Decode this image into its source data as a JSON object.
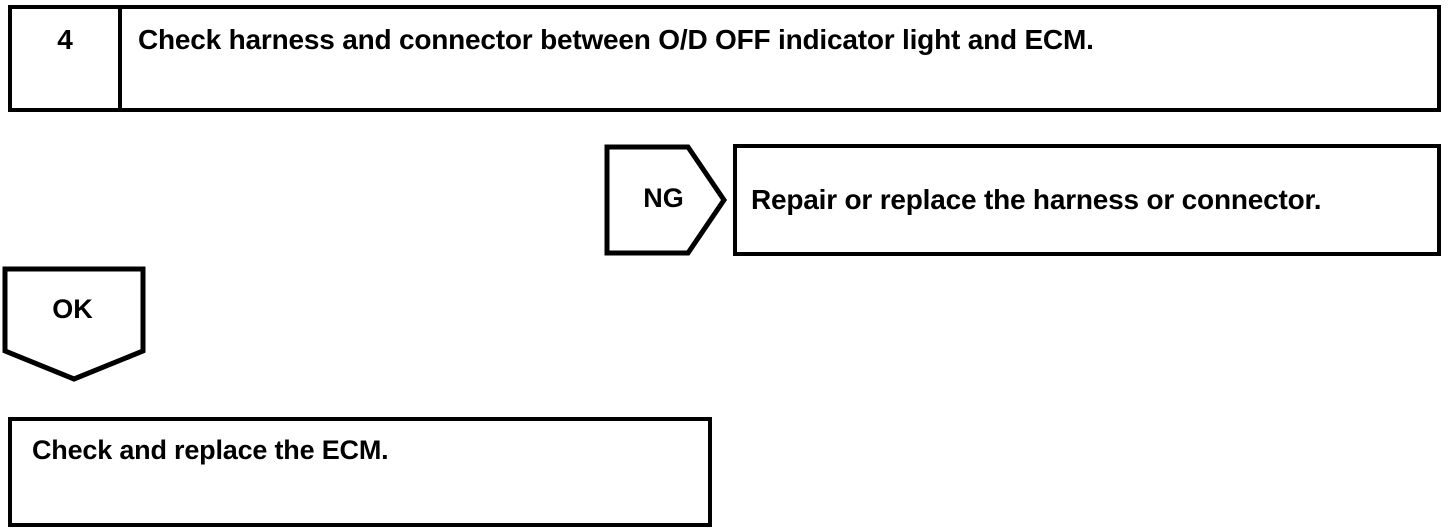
{
  "page": {
    "background_color": "#ffffff",
    "ink_color": "#000000"
  },
  "flowchart": {
    "step": {
      "number": "4",
      "instruction": "Check harness and connector between O/D OFF indicator light and ECM."
    },
    "ng_branch": {
      "label": "NG",
      "action": "Repair or replace the harness or connector."
    },
    "ok_branch": {
      "label": "OK",
      "action": "Check and replace the ECM."
    }
  }
}
